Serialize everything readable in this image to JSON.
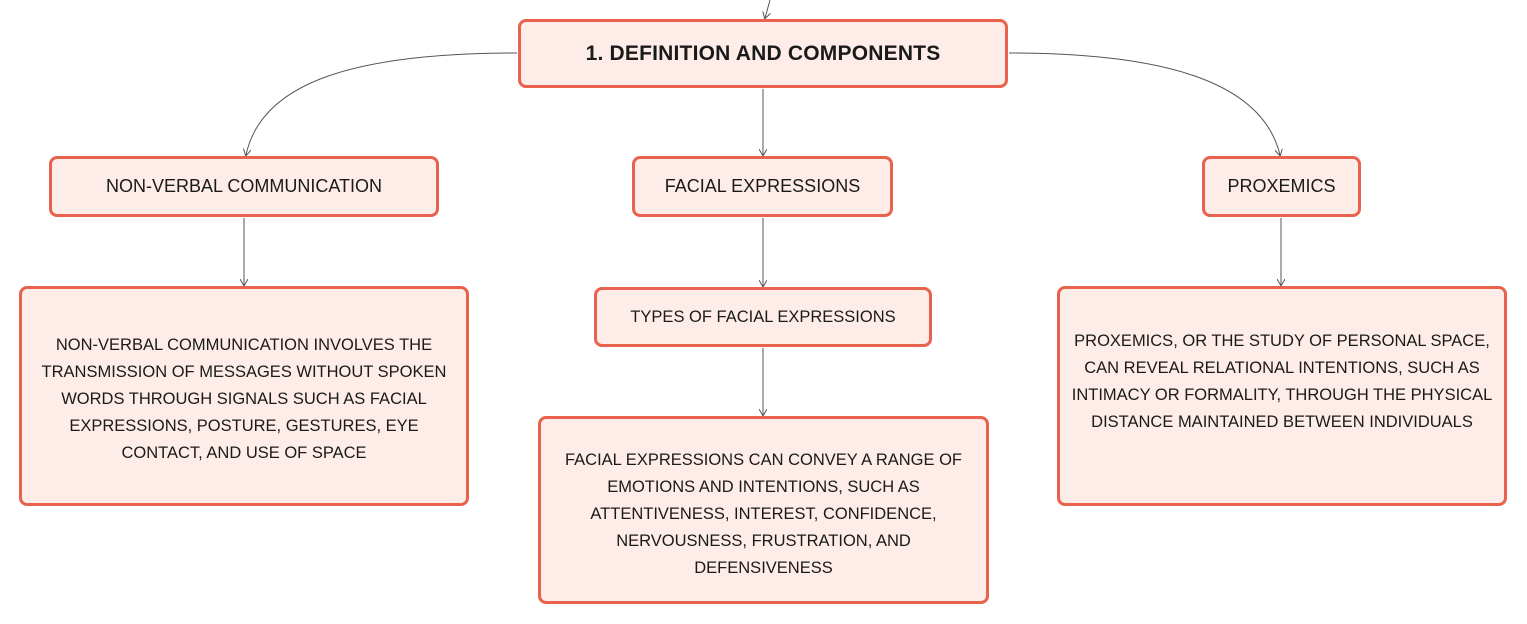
{
  "diagram": {
    "root": {
      "label": "1. DEFINITION AND COMPONENTS"
    },
    "branches": [
      {
        "label": "NON-VERBAL COMMUNICATION",
        "detail": "NON-VERBAL COMMUNICATION INVOLVES THE TRANSMISSION OF MESSAGES WITHOUT SPOKEN WORDS THROUGH SIGNALS SUCH AS FACIAL EXPRESSIONS, POSTURE, GESTURES, EYE CONTACT, AND USE OF SPACE"
      },
      {
        "label": "FACIAL EXPRESSIONS",
        "sub_label": "TYPES OF FACIAL EXPRESSIONS",
        "detail": "FACIAL EXPRESSIONS CAN CONVEY A RANGE OF EMOTIONS AND INTENTIONS, SUCH AS ATTENTIVENESS, INTEREST, CONFIDENCE, NERVOUSNESS, FRUSTRATION, AND DEFENSIVENESS"
      },
      {
        "label": "PROXEMICS",
        "detail": "PROXEMICS, OR THE STUDY OF PERSONAL SPACE, CAN REVEAL RELATIONAL INTENTIONS, SUCH AS INTIMACY OR FORMALITY, THROUGH THE PHYSICAL DISTANCE MAINTAINED BETWEEN INDIVIDUALS"
      }
    ]
  },
  "colors": {
    "node_border": "#e8624d",
    "node_fill": "#fdece8",
    "connector": "#555555",
    "text": "#1a1a1a"
  }
}
